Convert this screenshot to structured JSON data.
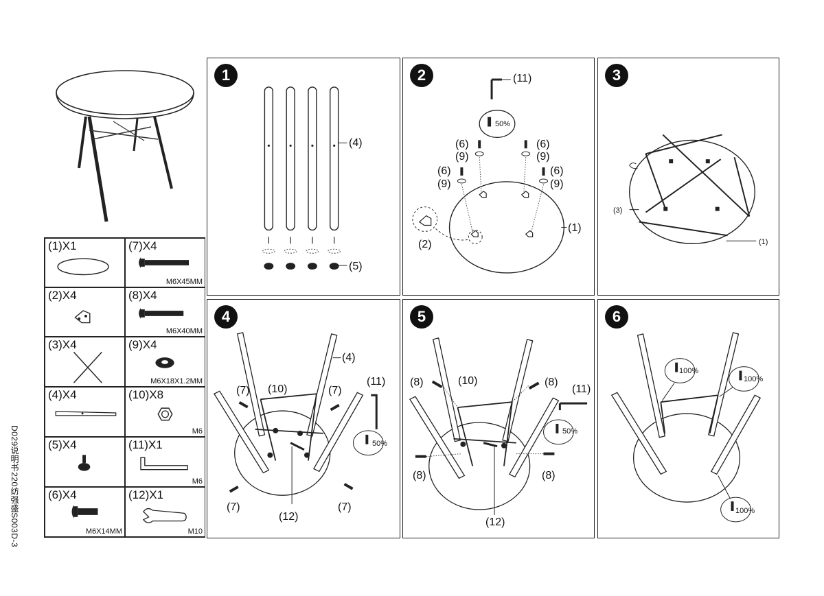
{
  "document_code": "D029说明书220纺强盛S003D-3",
  "parts": [
    {
      "qty": "(1)X1",
      "size": ""
    },
    {
      "qty": "(7)X4",
      "size": "M6X45MM"
    },
    {
      "qty": "(2)X4",
      "size": ""
    },
    {
      "qty": "(8)X4",
      "size": "M6X40MM"
    },
    {
      "qty": "(3)X4",
      "size": ""
    },
    {
      "qty": "(9)X4",
      "size": "M6X18X1.2MM"
    },
    {
      "qty": "(4)X4",
      "size": ""
    },
    {
      "qty": "(10)X8",
      "size": "M6"
    },
    {
      "qty": "(5)X4",
      "size": ""
    },
    {
      "qty": "(11)X1",
      "size": "M6"
    },
    {
      "qty": "(6)X4",
      "size": "M6X14MM"
    },
    {
      "qty": "(12)X1",
      "size": "M10"
    }
  ],
  "steps": [
    {
      "number": "1",
      "labels": [
        "(4)",
        "(5)"
      ]
    },
    {
      "number": "2",
      "labels": [
        "(11)",
        "(6)",
        "(9)",
        "(6)",
        "(9)",
        "(6)",
        "(9)",
        "(6)",
        "(9)",
        "(2)",
        "(1)"
      ],
      "torque": "50%"
    },
    {
      "number": "3",
      "labels": [
        "(3)",
        "(1)"
      ]
    },
    {
      "number": "4",
      "labels": [
        "(4)",
        "(7)",
        "(10)",
        "(7)",
        "(11)",
        "(12)",
        "(7)",
        "(7)"
      ],
      "torque": "50%"
    },
    {
      "number": "5",
      "labels": [
        "(8)",
        "(10)",
        "(8)",
        "(11)",
        "(8)",
        "(12)",
        "(8)"
      ],
      "torque": "50%"
    },
    {
      "number": "6",
      "labels": [],
      "torque": "100%"
    }
  ]
}
